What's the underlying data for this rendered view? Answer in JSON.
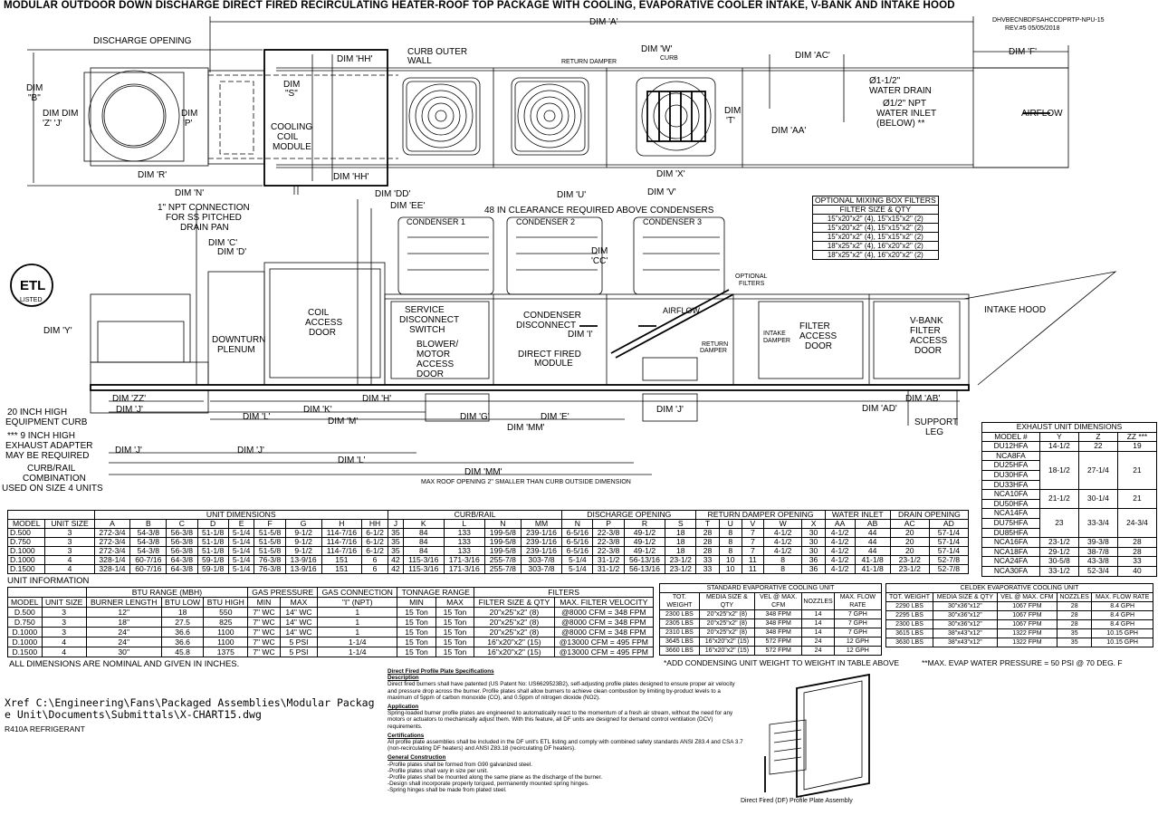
{
  "title": "MODULAR OUTDOOR DOWN DISCHARGE DIRECT FIRED RECIRCULATING HEATER-ROOF TOP PACKAGE WITH COOLING, EVAPORATIVE COOLER INTAKE, V-BANK AND INTAKE HOOD",
  "drawing_id": "DHVBECNBDFSAHCCDPRTP-NPU-15",
  "revision": "REV.#5   05/05/2018",
  "labels": {
    "dim_a": "DIM 'A'",
    "dim_f": "DIM 'F'",
    "dim_b": [
      "DIM",
      "\"B\""
    ],
    "dim_zj": [
      "DIM DIM",
      "'Z' 'J'"
    ],
    "dim_p": [
      "DIM",
      "'P'"
    ],
    "dim_s": [
      "DIM",
      "\"S\""
    ],
    "dim_hh": "DIM 'HH'",
    "dim_r": "DIM 'R'",
    "dim_n": "DIM 'N'",
    "discharge_opening": "DISCHARGE OPENING",
    "curb_outer_wall": [
      "CURB OUTER",
      "WALL"
    ],
    "cooling_coil_module": [
      "COOLING",
      "COIL",
      "MODULE"
    ],
    "npt_connection": [
      "1\" NPT CONNECTION",
      "FOR SS PITCHED",
      "DRAIN PAN"
    ],
    "dim_dd": "DIM 'DD'",
    "dim_ee": "DIM 'EE'",
    "clearance": "48 IN CLEARANCE REQUIRED ABOVE CONDENSERS",
    "return_damper": "RETURN DAMPER",
    "dim_w": "DIM 'W'",
    "curb": "CURB",
    "dim_ac": "DIM 'AC'",
    "dim_t": [
      "DIM",
      "'T'"
    ],
    "water_drain": [
      "Ø1-1/2\"",
      "WATER DRAIN"
    ],
    "water_inlet": [
      "Ø1/2\" NPT",
      "WATER INLET",
      "(BELOW) **"
    ],
    "airflow": "AIRFLOW",
    "dim_aa": "DIM 'AA'",
    "dim_x": "DIM 'X'",
    "dim_u": "DIM 'U'",
    "dim_v": "DIM 'V'",
    "condensers": [
      "CONDENSER 1",
      "CONDENSER 2",
      "CONDENSER 3"
    ],
    "dim_cc": [
      "DIM",
      "'CC'"
    ],
    "dim_c": "DIM 'C'",
    "dim_d": "DIM 'D'",
    "etl": "ETL",
    "etl_sub": "LISTED",
    "optional_filters": [
      "OPTIONAL",
      "FILTERS"
    ],
    "dim_y": "DIM 'Y'",
    "coil_access_door": [
      "COIL",
      "ACCESS",
      "DOOR"
    ],
    "downturn_plenum": [
      "DOWNTURN",
      "PLENUM"
    ],
    "service_disconnect": [
      "SERVICE",
      "DISCONNECT",
      "SWITCH"
    ],
    "blower_motor": [
      "BLOWER/",
      "MOTOR",
      "ACCESS",
      "DOOR"
    ],
    "condenser_disconnect": [
      "CONDENSER",
      "DISCONNECT"
    ],
    "dim_i": "DIM 'I'",
    "direct_fired_module": [
      "DIRECT FIRED",
      "MODULE"
    ],
    "airflow_side": "AIRFLOW",
    "intake_damper": [
      "INTAKE",
      "DAMPER"
    ],
    "return_damper_side": [
      "RETURN",
      "DAMPER"
    ],
    "filter_access_door": [
      "FILTER",
      "ACCESS",
      "DOOR"
    ],
    "vbank_door": [
      "V-BANK",
      "FILTER",
      "ACCESS",
      "DOOR"
    ],
    "intake_hood": "INTAKE HOOD",
    "dim_zz": "DIM 'ZZ'",
    "dim_h": "DIM 'H'",
    "dim_ab": "DIM 'AB'",
    "dim_ad": "DIM 'AD'",
    "equipment_curb": [
      "20 INCH HIGH",
      "EQUIPMENT CURB"
    ],
    "dim_j": "DIM 'J'",
    "dim_l": "DIM 'L'",
    "dim_k": "DIM 'K'",
    "dim_m": "DIM 'M'",
    "dim_g": "DIM 'G'",
    "dim_e": "DIM 'E'",
    "dim_mm": "DIM 'MM'",
    "support_leg": [
      "SUPPORT",
      "LEG"
    ],
    "exhaust_adapter": [
      "*** 9 INCH HIGH",
      "EXHAUST ADAPTER",
      "MAY BE REQUIRED"
    ],
    "curb_rail": [
      "CURB/RAIL",
      "COMBINATION",
      "USED ON SIZE 4 UNITS"
    ],
    "max_roof_opening": "MAX ROOF OPENING 2\" SMALLER THAN CURB OUTSIDE DIMENSION",
    "profile_plate_caption": "Direct Fired (DF) Profile Plate Assembly"
  },
  "notes": {
    "unit_information": "UNIT INFORMATION",
    "all_dimensions": "ALL DIMENSIONS ARE NOMINAL AND GIVEN IN INCHES.",
    "add_condensing": "*ADD CONDENSING UNIT WEIGHT TO WEIGHT IN TABLE ABOVE",
    "max_evap": "**MAX. EVAP WATER PRESSURE = 50 PSI @ 70 DEG. F",
    "xref": "Xref C:\\Engineering\\Fans\\Packaged Assemblies\\Modular Package Unit\\Documents\\Submittals\\X-CHART15.dwg",
    "refrigerant": "R410A REFRIGERANT"
  },
  "spec": {
    "title": "Direct Fired Profile Plate Specifications",
    "sections": [
      {
        "heading": "Description",
        "text": "Direct fired burners shall have patented (US Patent No: US6629523B2), self-adjusting profile plates designed to ensure proper air velocity and pressure drop across the burner. Profile plates shall allow burners to achieve clean combustion by limiting by-product levels to a maximum of 5ppm of carbon monoxide (CO), and 0.5ppm of nitrogen dioxide (NO2)."
      },
      {
        "heading": "Application",
        "text": "Spring-loaded burner profile plates are engineered to automatically react to the momentum of a fresh air stream, without the need for any motors or actuators to mechanically adjust them. With this feature, all DF units are designed for demand control ventilation (DCV) requirements."
      },
      {
        "heading": "Certifications",
        "text": "All profile plate assemblies shall be included in the DF unit's ETL listing and comply with combined safety standards ANSI Z83.4 and CSA 3.7 (non-recirculating DF heaters) and ANSI Z83.18 (recirculating DF heaters)."
      },
      {
        "heading": "General Construction",
        "text": "-Profile plates shall be formed from G90 galvanized steel.\n-Profile plates shall vary in size per unit.\n-Profile plates shall be mounted along the same plane as the discharge of the burner.\n-Design shall incorporate properly torqued, permanently mounted spring hinges.\n-Spring hinges shall be made from plated steel."
      }
    ]
  },
  "tables": {
    "unit_dimensions": {
      "groups": [
        {
          "label": "",
          "span": 2
        },
        {
          "label": "UNIT DIMENSIONS",
          "span": 9
        },
        {
          "label": "CURB/RAIL",
          "span": 5
        },
        {
          "label": "DISCHARGE OPENING",
          "span": 4
        },
        {
          "label": "RETURN DAMPER OPENING",
          "span": 5
        },
        {
          "label": "WATER INLET",
          "span": 2
        },
        {
          "label": "DRAIN OPENING",
          "span": 2
        }
      ],
      "headers": [
        "MODEL",
        "UNIT SIZE",
        "A",
        "B",
        "C",
        "D",
        "E",
        "F",
        "G",
        "H",
        "HH",
        "J",
        "K",
        "L",
        "N",
        "MM",
        "N",
        "P",
        "R",
        "S",
        "T",
        "U",
        "V",
        "W",
        "X",
        "AA",
        "AB",
        "AC",
        "AD"
      ],
      "rows": [
        [
          "D.500",
          "3",
          "272-3/4",
          "54-3/8",
          "56-3/8",
          "51-1/8",
          "5-1/4",
          "51-5/8",
          "9-1/2",
          "114-7/16",
          "6-1/2",
          "35",
          "84",
          "133",
          "199-5/8",
          "239-1/16",
          "6-5/16",
          "22-3/8",
          "49-1/2",
          "18",
          "28",
          "8",
          "7",
          "4-1/2",
          "30",
          "4-1/2",
          "44",
          "20",
          "57-1/4"
        ],
        [
          "D.750",
          "3",
          "272-3/4",
          "54-3/8",
          "56-3/8",
          "51-1/8",
          "5-1/4",
          "51-5/8",
          "9-1/2",
          "114-7/16",
          "6-1/2",
          "35",
          "84",
          "133",
          "199-5/8",
          "239-1/16",
          "6-5/16",
          "22-3/8",
          "49-1/2",
          "18",
          "28",
          "8",
          "7",
          "4-1/2",
          "30",
          "4-1/2",
          "44",
          "20",
          "57-1/4"
        ],
        [
          "D.1000",
          "3",
          "272-3/4",
          "54-3/8",
          "56-3/8",
          "51-1/8",
          "5-1/4",
          "51-5/8",
          "9-1/2",
          "114-7/16",
          "6-1/2",
          "35",
          "84",
          "133",
          "199-5/8",
          "239-1/16",
          "6-5/16",
          "22-3/8",
          "49-1/2",
          "18",
          "28",
          "8",
          "7",
          "4-1/2",
          "30",
          "4-1/2",
          "44",
          "20",
          "57-1/4"
        ],
        [
          "D.1000",
          "4",
          "328-1/4",
          "60-7/16",
          "64-3/8",
          "59-1/8",
          "5-1/4",
          "76-3/8",
          "13-9/16",
          "151",
          "6",
          "42",
          "115-3/16",
          "171-3/16",
          "255-7/8",
          "303-7/8",
          "5-1/4",
          "31-1/2",
          "56-13/16",
          "23-1/2",
          "33",
          "10",
          "11",
          "8",
          "36",
          "4-1/2",
          "41-1/8",
          "23-1/2",
          "52-7/8"
        ],
        [
          "D.1500",
          "4",
          "328-1/4",
          "60-7/16",
          "64-3/8",
          "59-1/8",
          "5-1/4",
          "76-3/8",
          "13-9/16",
          "151",
          "6",
          "42",
          "115-3/16",
          "171-3/16",
          "255-7/8",
          "303-7/8",
          "5-1/4",
          "31-1/2",
          "56-13/16",
          "23-1/2",
          "33",
          "10",
          "11",
          "8",
          "36",
          "4-1/2",
          "41-1/8",
          "23-1/2",
          "52-7/8"
        ]
      ]
    },
    "unit_information": {
      "groups": [
        {
          "label": "",
          "span": 2
        },
        {
          "label": "BTU RANGE (MBH)",
          "span": 3
        },
        {
          "label": "GAS PRESSURE",
          "span": 2
        },
        {
          "label": "GAS CONNECTION",
          "span": 1
        },
        {
          "label": "TONNAGE RANGE",
          "span": 2
        },
        {
          "label": "FILTERS",
          "span": 2
        }
      ],
      "headers": [
        "MODEL",
        "UNIT SIZE",
        "BURNER LENGTH",
        "BTU LOW",
        "BTU HIGH",
        "MIN",
        "MAX",
        "\"I\" (NPT)",
        "MIN",
        "MAX",
        "FILTER SIZE & QTY",
        "MAX. FILTER VELOCITY"
      ],
      "rows": [
        [
          "D.500",
          "3",
          "12\"",
          "18",
          "550",
          "7\" WC",
          "14\" WC",
          "1",
          "15 Ton",
          "15 Ton",
          "20\"x25\"x2\" (8)",
          "@8000 CFM = 348 FPM"
        ],
        [
          "D.750",
          "3",
          "18\"",
          "27.5",
          "825",
          "7\" WC",
          "14\" WC",
          "1",
          "15 Ton",
          "15 Ton",
          "20\"x25\"x2\" (8)",
          "@8000 CFM = 348 FPM"
        ],
        [
          "D.1000",
          "3",
          "24\"",
          "36.6",
          "1100",
          "7\" WC",
          "14\" WC",
          "1",
          "15 Ton",
          "15 Ton",
          "20\"x25\"x2\" (8)",
          "@8000 CFM = 348 FPM"
        ],
        [
          "D.1000",
          "4",
          "24\"",
          "36.6",
          "1100",
          "7\" WC",
          "5 PSI",
          "1-1/4",
          "15 Ton",
          "15 Ton",
          "16\"x20\"x2\" (15)",
          "@13000 CFM = 495 FPM"
        ],
        [
          "D.1500",
          "4",
          "30\"",
          "45.8",
          "1375",
          "7\" WC",
          "5 PSI",
          "1-1/4",
          "15 Ton",
          "15 Ton",
          "16\"x20\"x2\" (15)",
          "@13000 CFM = 495 FPM"
        ]
      ]
    },
    "standard_evap": {
      "groups": [
        {
          "label": "STANDARD EVAPORATIVE COOLING UNIT",
          "span": 5
        }
      ],
      "headers": [
        "TOT. WEIGHT",
        "MEDIA SIZE & QTY",
        "VEL @ MAX. CFM",
        "NOZZLES",
        "MAX. FLOW RATE"
      ],
      "rows": [
        [
          "2300 LBS",
          "20\"x25\"x2\" (8)",
          "348 FPM",
          "14",
          "7 GPH"
        ],
        [
          "2305 LBS",
          "20\"x25\"x2\" (8)",
          "348 FPM",
          "14",
          "7 GPH"
        ],
        [
          "2310 LBS",
          "20\"x25\"x2\" (8)",
          "348 FPM",
          "14",
          "7 GPH"
        ],
        [
          "3645 LBS",
          "16\"x20\"x2\" (15)",
          "572 FPM",
          "24",
          "12 GPH"
        ],
        [
          "3660 LBS",
          "16\"x20\"x2\" (15)",
          "572 FPM",
          "24",
          "12 GPH"
        ]
      ]
    },
    "celdek_evap": {
      "groups": [
        {
          "label": "CELDEK EVAPORATIVE COOLING UNIT",
          "span": 5
        }
      ],
      "headers": [
        "TOT. WEIGHT",
        "MEDIA SIZE & QTY",
        "VEL @ MAX. CFM",
        "NOZZLES",
        "MAX. FLOW RATE"
      ],
      "rows": [
        [
          "2290 LBS",
          "30\"x36\"x12\"",
          "1067 FPM",
          "28",
          "8.4 GPH"
        ],
        [
          "2295 LBS",
          "30\"x36\"x12\"",
          "1067 FPM",
          "28",
          "8.4 GPH"
        ],
        [
          "2300 LBS",
          "30\"x36\"x12\"",
          "1067 FPM",
          "28",
          "8.4 GPH"
        ],
        [
          "3615 LBS",
          "38\"x43\"x12\"",
          "1322 FPM",
          "35",
          "10.15 GPH"
        ],
        [
          "3630 LBS",
          "38\"x43\"x12\"",
          "1322 FPM",
          "35",
          "10.15 GPH"
        ]
      ]
    },
    "mixing_box": {
      "groups": [
        {
          "label": "OPTIONAL MIXING BOX FILTERS",
          "span": 1
        }
      ],
      "headers": [
        "FILTER SIZE & QTY"
      ],
      "rows": [
        [
          "15\"x20\"x2\" (4), 15\"x15\"x2\" (2)"
        ],
        [
          "15\"x20\"x2\" (4), 15\"x15\"x2\" (2)"
        ],
        [
          "15\"x20\"x2\" (4), 15\"x15\"x2\" (2)"
        ],
        [
          "18\"x25\"x2\" (4), 16\"x20\"x2\" (2)"
        ],
        [
          "18\"x25\"x2\" (4), 16\"x20\"x2\" (2)"
        ]
      ]
    },
    "exhaust": {
      "title": "EXHAUST UNIT DIMENSIONS",
      "headers": [
        "MODEL #",
        "Y",
        "Z",
        "ZZ ***"
      ],
      "groups": [
        {
          "models": [
            "DU12HFA"
          ],
          "y": "14-1/2",
          "z": "22",
          "zz": "19"
        },
        {
          "models": [
            "NCA8FA",
            "DU25HFA",
            "DU30HFA",
            "DU33HFA"
          ],
          "y": "18-1/2",
          "z": "27-1/4",
          "zz": "21"
        },
        {
          "models": [
            "NCA10FA",
            "DU50HFA"
          ],
          "y": "21-1/2",
          "z": "30-1/4",
          "zz": "21"
        },
        {
          "models": [
            "NCA14FA",
            "DU75HFA",
            "DU85HFA"
          ],
          "y": "23",
          "z": "33-3/4",
          "zz": "24-3/4"
        },
        {
          "models": [
            "NCA16FA"
          ],
          "y": "23-1/2",
          "z": "39-3/8",
          "zz": "28"
        },
        {
          "models": [
            "NCA18FA"
          ],
          "y": "29-1/2",
          "z": "38-7/8",
          "zz": "28"
        },
        {
          "models": [
            "NCA24FA"
          ],
          "y": "30-5/8",
          "z": "43-3/8",
          "zz": "33"
        },
        {
          "models": [
            "NCA30FA"
          ],
          "y": "33-1/2",
          "z": "52-3/4",
          "zz": "40"
        }
      ]
    }
  }
}
